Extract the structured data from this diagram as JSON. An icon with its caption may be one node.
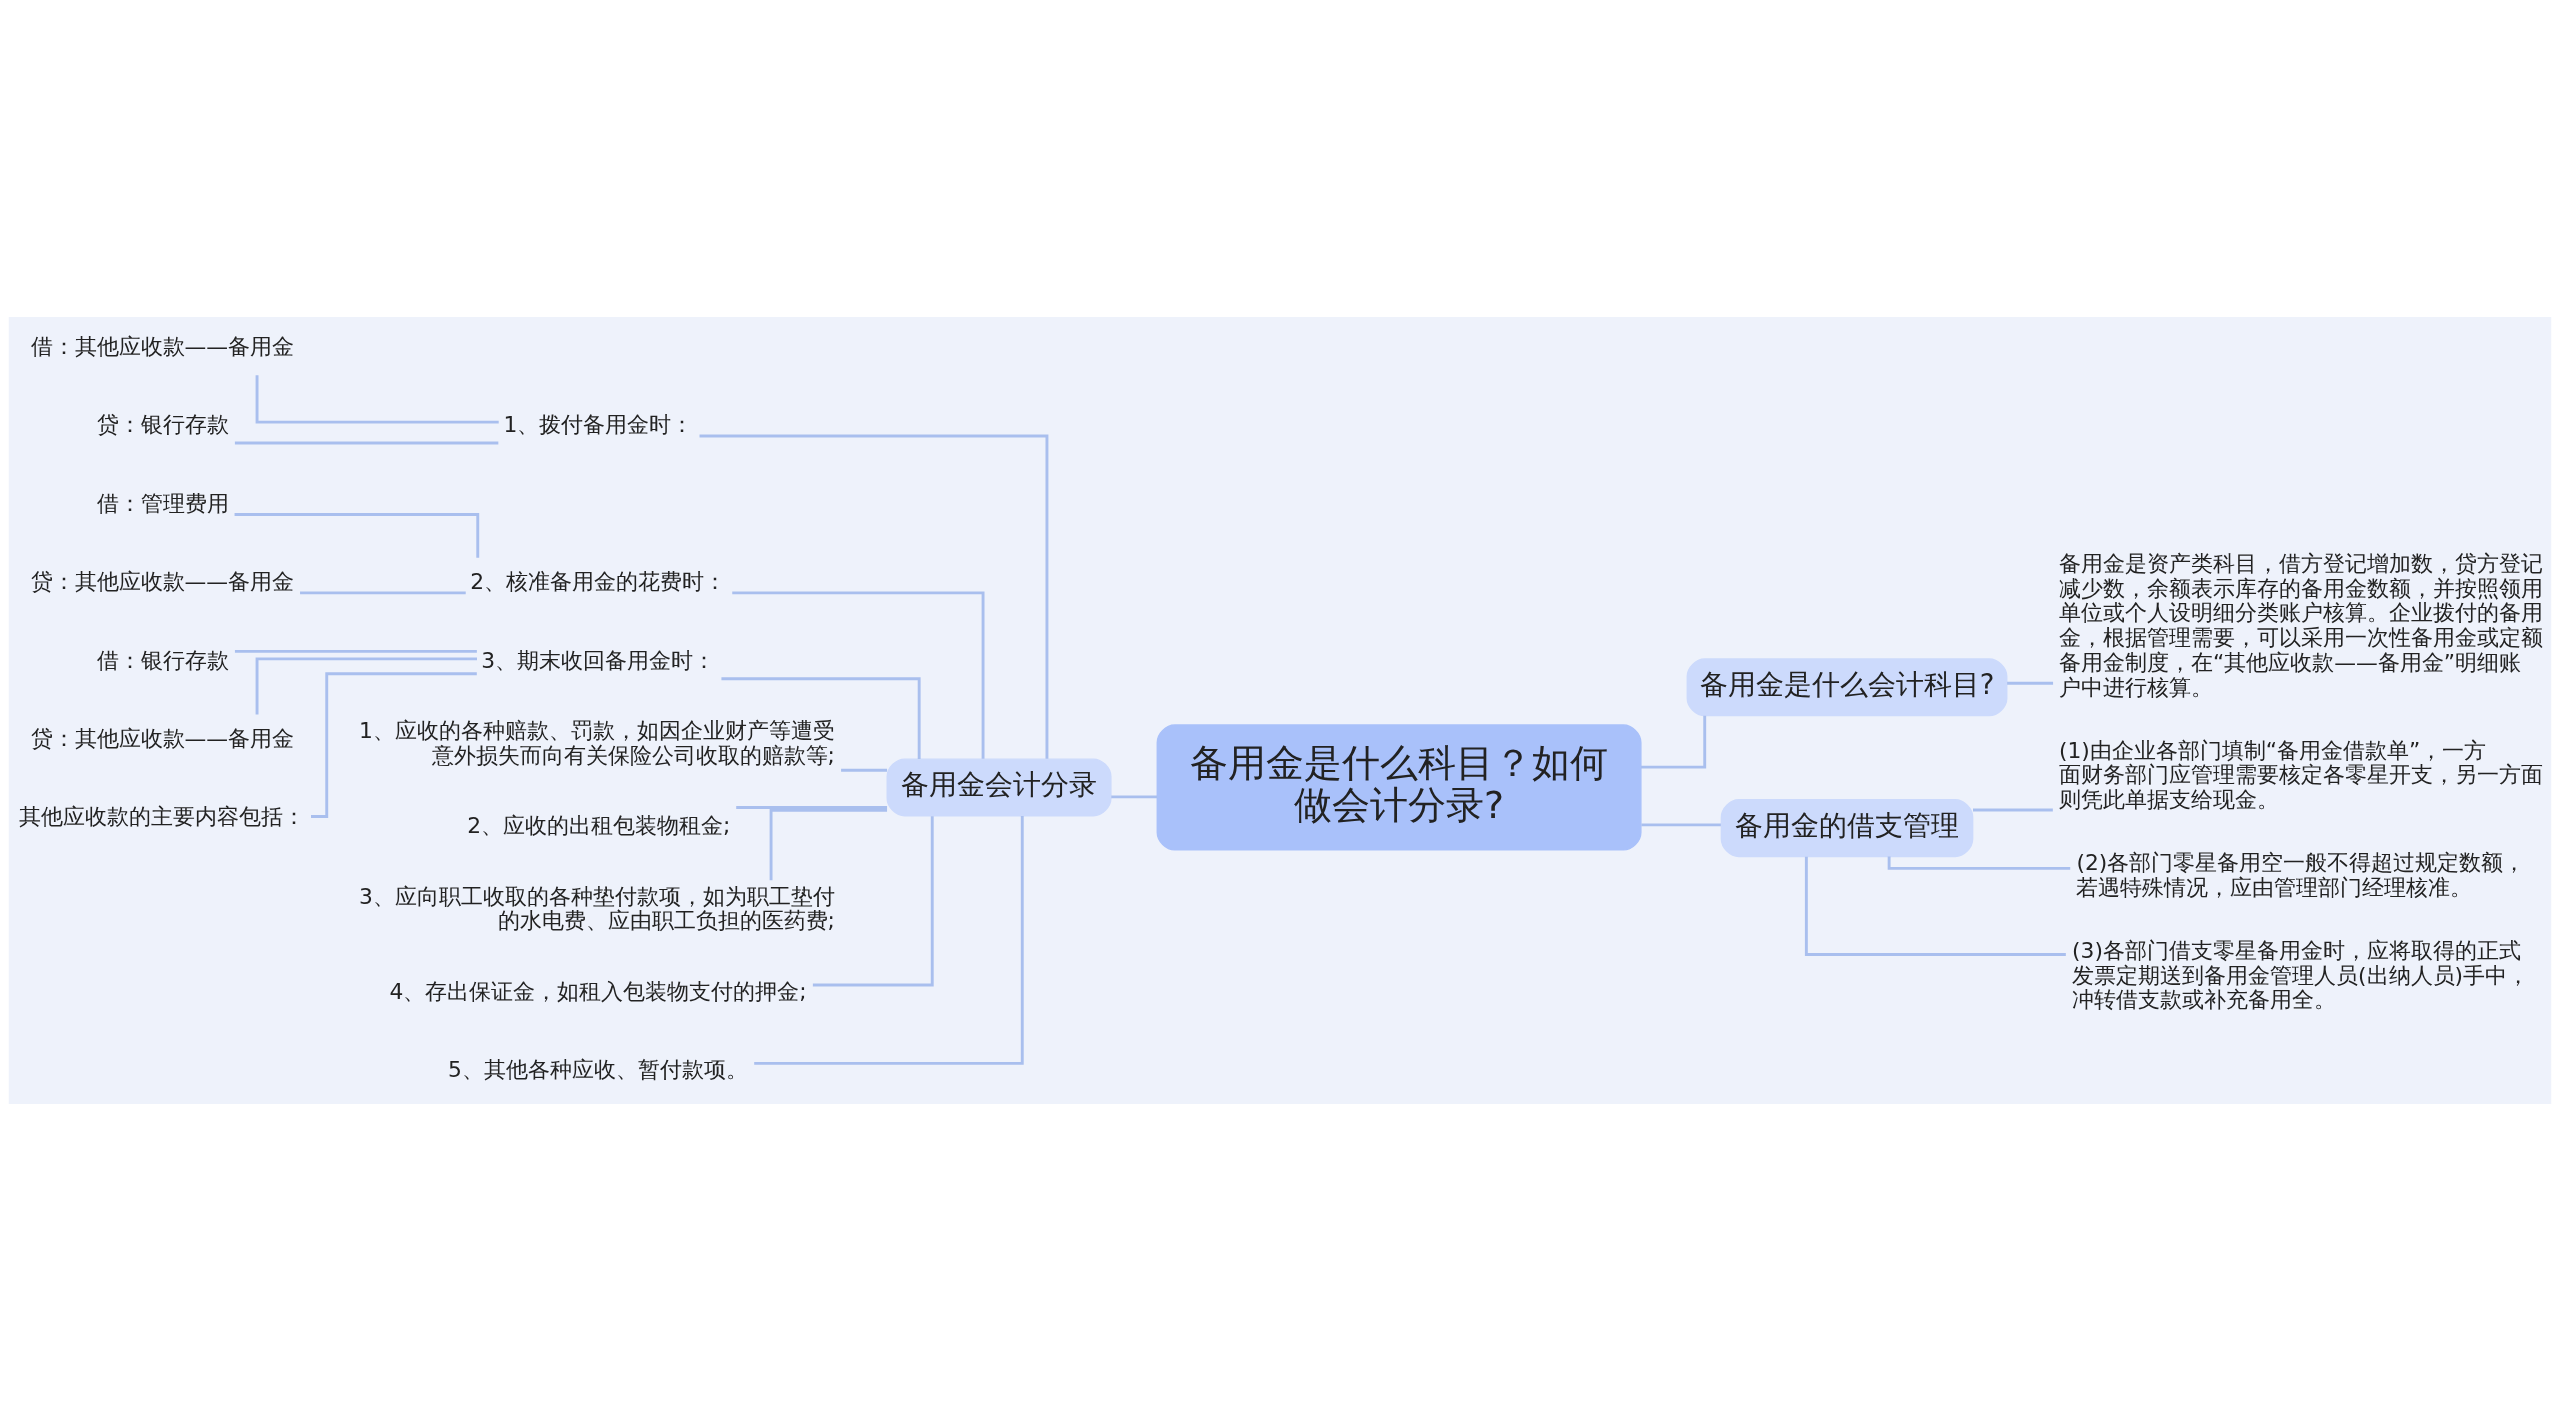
{
  "diagram": {
    "nodes": [
      {
        "text": [
          "备用金是什么科目？如何做会计分录?"
        ]
      },
      {
        "text": [
          "备用金会计分录"
        ]
      },
      {
        "text": [
          "1、拨付备用金时："
        ]
      },
      {
        "text": [
          "借：其他应收款——备用金"
        ]
      },
      {
        "text": [
          "贷：银行存款"
        ]
      },
      {
        "text": [
          "2、核准备用金的花费时："
        ]
      },
      {
        "text": [
          "借：管理费用"
        ]
      },
      {
        "text": [
          "贷：其他应收款——备用金"
        ]
      },
      {
        "text": [
          "3、期末收回备用金时："
        ]
      },
      {
        "text": [
          "借：银行存款"
        ]
      },
      {
        "text": [
          "贷：其他应收款——备用金"
        ]
      },
      {
        "text": [
          "其他应收款的主要内容包括："
        ]
      },
      {
        "text": [
          "1、应收的各种赔款、罚款，如因企业财产等遭受意外损失而向有关保险公司收取的赔款等;"
        ]
      },
      {
        "text": [
          "2、应收的出租包装物租金;"
        ]
      },
      {
        "text": [
          "3、应向职工收取的各种垫付款项，如为职工垫付的水电费、应由职工负担的医药费;"
        ]
      },
      {
        "text": [
          "4、存出保证金，如租入包装物支付的押金;"
        ]
      },
      {
        "text": [
          "5、其他各种应收、暂付款项。"
        ]
      },
      {
        "text": [
          "备用金是什么会计科目?"
        ]
      },
      {
        "text": [
          "备用金是资产类科目，借方登记增加数，贷方登记减少数，余额表示库存的备用金数额，并按照领用单位或个人设明细分类账户核算。企业拨付的备用金，根据管理需要，可以采用一次性备用金或定额备用金制度，在“其他应收款——备用金”明细账户中进行核算。"
        ]
      },
      {
        "text": [
          "备用金的借支管理"
        ]
      },
      {
        "text": [
          "(1)由企业各部门填制“备用金借款单”，一方面财务部门应管理需要核定各零星开支，另一方面则凭此单据支给现金。"
        ]
      },
      {
        "text": [
          "(2)各部门零星备用空一般不得超过规定数额，若遇特殊情况，应由管理部门经理核准。"
        ]
      },
      {
        "text": [
          "(3)各部门借支零星备用金时，应将取得的正式发票定期送到备用金管理人员(出纳人员)手中，冲转借支款或补充备用全。"
        ]
      }
    ],
    "edges": [
      {
        "from": 0,
        "to": 1,
        "arrow": "none"
      },
      {
        "from": 1,
        "to": 2,
        "arrow": "none"
      },
      {
        "from": 2,
        "to": 3,
        "arrow": "none"
      },
      {
        "from": 2,
        "to": 4,
        "arrow": "none"
      },
      {
        "from": 1,
        "to": 5,
        "arrow": "none"
      },
      {
        "from": 5,
        "to": 6,
        "arrow": "none"
      },
      {
        "from": 5,
        "to": 7,
        "arrow": "none"
      },
      {
        "from": 1,
        "to": 8,
        "arrow": "none"
      },
      {
        "from": 8,
        "to": 9,
        "arrow": "none"
      },
      {
        "from": 8,
        "to": 10,
        "arrow": "none"
      },
      {
        "from": 8,
        "to": 11,
        "arrow": "none"
      },
      {
        "from": 1,
        "to": 12,
        "arrow": "none"
      },
      {
        "from": 1,
        "to": 13,
        "arrow": "none"
      },
      {
        "from": 1,
        "to": 14,
        "arrow": "none"
      },
      {
        "from": 1,
        "to": 15,
        "arrow": "none"
      },
      {
        "from": 1,
        "to": 16,
        "arrow": "none"
      },
      {
        "from": 0,
        "to": 17,
        "arrow": "none"
      },
      {
        "from": 17,
        "to": 18,
        "arrow": "none"
      },
      {
        "from": 0,
        "to": 19,
        "arrow": "none"
      },
      {
        "from": 19,
        "to": 20,
        "arrow": "none"
      },
      {
        "from": 19,
        "to": 21,
        "arrow": "none"
      },
      {
        "from": 19,
        "to": 22,
        "arrow": "none"
      }
    ]
  }
}
